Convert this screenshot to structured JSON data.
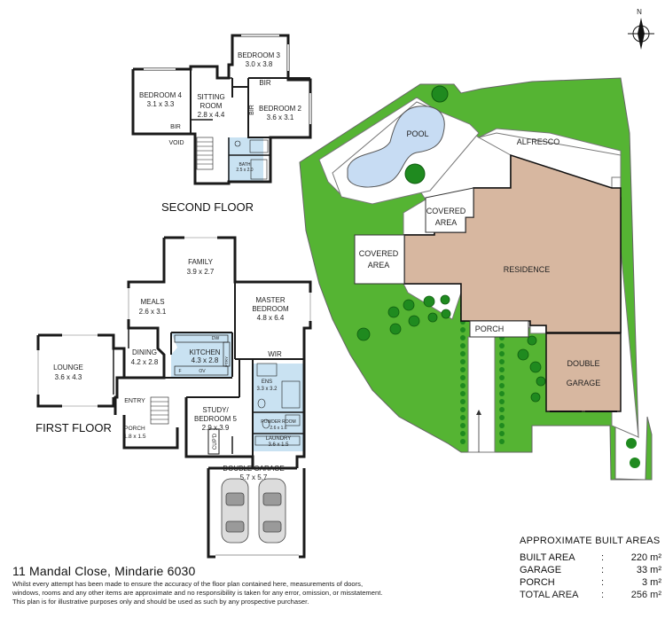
{
  "compass": {
    "north_label": "N"
  },
  "floors": {
    "second": {
      "title": "SECOND FLOOR",
      "rooms": [
        {
          "name": "BEDROOM 3",
          "size": "3.0 x 3.8"
        },
        {
          "name": "BEDROOM 4",
          "size": "3.1 x 3.3"
        },
        {
          "name": "SITTING",
          "name2": "ROOM",
          "size": "2.8 x 4.4"
        },
        {
          "name": "BEDROOM 2",
          "size": "3.6 x 3.1"
        },
        {
          "name": "BATH",
          "size": "2.5 x 2.0"
        }
      ],
      "labels": {
        "bir_top": "BIR",
        "bir_side": "BIR",
        "bir_left": "BIR",
        "void": "VOID"
      }
    },
    "first": {
      "title": "FIRST FLOOR",
      "rooms": [
        {
          "name": "FAMILY",
          "size": "3.9 x 2.7"
        },
        {
          "name": "MEALS",
          "size": "2.6 x 3.1"
        },
        {
          "name": "MASTER",
          "name2": "BEDROOM",
          "size": "4.8 x 6.4"
        },
        {
          "name": "DINING",
          "size": "4.2 x 2.8"
        },
        {
          "name": "KITCHEN",
          "size": "4.3 x 2.8"
        },
        {
          "name": "LOUNGE",
          "size": "3.6 x 4.3"
        },
        {
          "name": "ENS",
          "size": "3.3 x 3.2"
        },
        {
          "name": "POWDER ROOM",
          "size": "2.6 x 1.6"
        },
        {
          "name": "STUDY/",
          "name2": "BEDROOM 5",
          "size": "2.9 x 3.9"
        },
        {
          "name": "LAUNDRY",
          "size": "3.6 x 1.5"
        },
        {
          "name": "PORCH",
          "size": "1.8 x 1.5"
        },
        {
          "name": "DOUBLE GARAGE",
          "size": "5.7 x 5.7"
        }
      ],
      "labels": {
        "wir": "WIR",
        "entry": "ENTRY",
        "cupd": "CUP'D",
        "dw": "DW",
        "pantry": "PTRY",
        "f": "F",
        "ov": "OV"
      }
    }
  },
  "site": {
    "pool": "POOL",
    "alfresco": "ALFRESCO",
    "covered_area_1": "COVERED",
    "covered_area_1b": "AREA",
    "covered_area_2": "COVERED",
    "covered_area_2b": "AREA",
    "residence": "RESIDENCE",
    "porch": "PORCH",
    "garage_1": "DOUBLE",
    "garage_2": "GARAGE"
  },
  "address": "11 Mandal Close, Mindarie 6030",
  "disclaimer": [
    "Whilst every attempt has been made to ensure the accuracy of the floor plan contained here, measurements of doors,",
    "windows, rooms and any other items are approximate and no responsibility is taken for any error, omission, or misstatement.",
    "This plan is for illustrative purposes only and should be used as such by any prospective purchaser."
  ],
  "areas": {
    "title": "APPROXIMATE BUILT AREAS",
    "rows": [
      {
        "label": "BUILT AREA",
        "value": "220 m²"
      },
      {
        "label": "GARAGE",
        "value": "33 m²"
      },
      {
        "label": "PORCH",
        "value": "3 m²"
      },
      {
        "label": "TOTAL AREA",
        "value": "256 m²"
      }
    ]
  },
  "colors": {
    "lawn": "#55b433",
    "tree": "#1f8a1f",
    "residence": "#d7b7a0",
    "garage": "#d7b7a0",
    "pool": "#c7dcf3",
    "wet_area": "#c9e2f2",
    "wall": "#1a1a1a"
  }
}
